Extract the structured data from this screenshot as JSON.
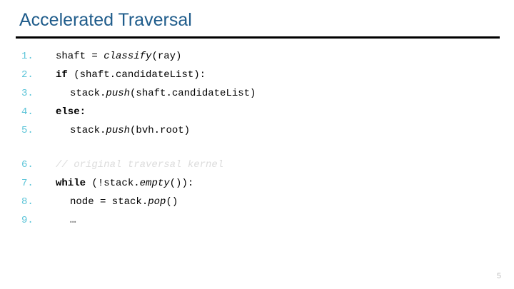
{
  "slide": {
    "title": "Accelerated Traversal",
    "page_number": "5",
    "colors": {
      "title": "#1F5C8B",
      "rule": "#000000",
      "line_number": "#5BC4D8",
      "code": "#000000",
      "comment": "#DCDCDC",
      "page_number": "#BFBFBF",
      "background": "#FFFFFF"
    }
  },
  "code": {
    "groups": [
      {
        "lines": [
          {
            "number": "1.",
            "indent": 0,
            "text": "shaft = classify(ray)",
            "tokens": [
              {
                "t": "shaft = ",
                "style": "plain"
              },
              {
                "t": "classify",
                "style": "fn"
              },
              {
                "t": "(ray)",
                "style": "plain"
              }
            ]
          },
          {
            "number": "2.",
            "indent": 0,
            "text": "if (shaft.candidateList):",
            "tokens": [
              {
                "t": "if",
                "style": "kw"
              },
              {
                "t": " (shaft.candidateList):",
                "style": "plain"
              }
            ]
          },
          {
            "number": "3.",
            "indent": 1,
            "text": "stack.push(shaft.candidateList)",
            "tokens": [
              {
                "t": "stack.",
                "style": "plain"
              },
              {
                "t": "push",
                "style": "fn"
              },
              {
                "t": "(shaft.candidateList)",
                "style": "plain"
              }
            ]
          },
          {
            "number": "4.",
            "indent": 0,
            "text": "else:",
            "tokens": [
              {
                "t": "else",
                "style": "kw"
              },
              {
                "t": ":",
                "style": "kw"
              }
            ]
          },
          {
            "number": "5.",
            "indent": 1,
            "text": "stack.push(bvh.root)",
            "tokens": [
              {
                "t": "stack.",
                "style": "plain"
              },
              {
                "t": "push",
                "style": "fn"
              },
              {
                "t": "(bvh.root)",
                "style": "plain"
              }
            ]
          }
        ]
      },
      {
        "lines": [
          {
            "number": "6.",
            "indent": 0,
            "text": "// original traversal kernel",
            "tokens": [
              {
                "t": "// original traversal kernel",
                "style": "comment"
              }
            ]
          },
          {
            "number": "7.",
            "indent": 0,
            "text": "while (!stack.empty()):",
            "tokens": [
              {
                "t": "while",
                "style": "kw"
              },
              {
                "t": " (!stack.",
                "style": "plain"
              },
              {
                "t": "empty",
                "style": "fn"
              },
              {
                "t": "()):",
                "style": "plain"
              }
            ]
          },
          {
            "number": "8.",
            "indent": 1,
            "text": "node = stack.pop()",
            "tokens": [
              {
                "t": "node = stack.",
                "style": "plain"
              },
              {
                "t": "pop",
                "style": "fn"
              },
              {
                "t": "()",
                "style": "plain"
              }
            ]
          },
          {
            "number": "9.",
            "indent": 1,
            "text": "…",
            "tokens": [
              {
                "t": "…",
                "style": "ell"
              }
            ]
          }
        ]
      }
    ]
  }
}
